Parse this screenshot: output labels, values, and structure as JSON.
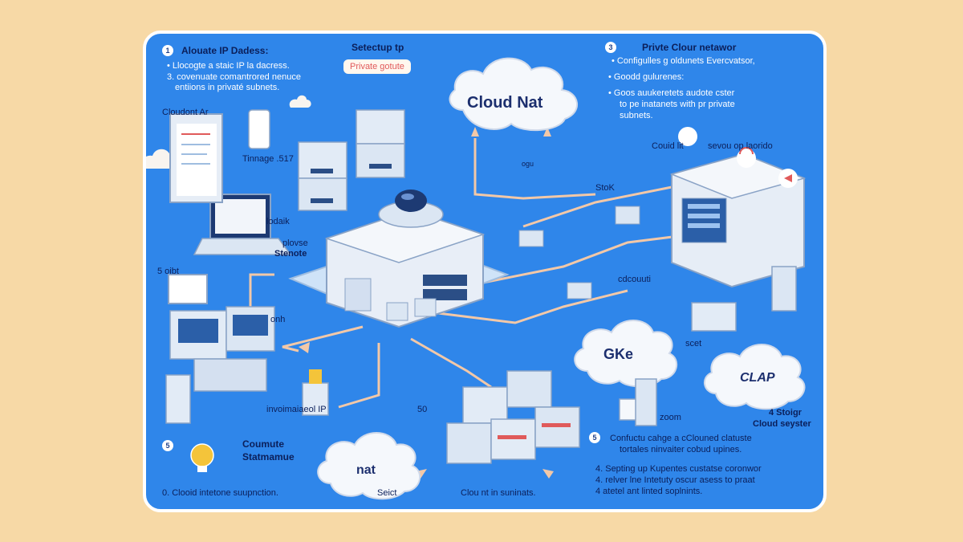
{
  "steps": {
    "s1_num": "1",
    "s1_title": "Alouate IP Dadess:",
    "s1_line1": "• Llocogte a staic IP la dacress.",
    "s1_line2": "3. covenuate comantrored nenuce",
    "s1_line3": "entiions in  privaté subnets.",
    "s2_title": "Setectup tp",
    "s2_pill": "Private gotute",
    "s3_num": "3",
    "s3_title": "Privte Clour netawor",
    "s3_line1": "• Configulles g oldunets Evercvatsor,",
    "s3_line2": "• Goodd gulurenes:",
    "s3_line3": "• Goos auukeretets audote cster",
    "s3_line4": "to pe inatanets with pr private",
    "s3_line5": "subnets."
  },
  "labels": {
    "cloudant": "Cloudont Ar",
    "tinnage": "Tinnage .517",
    "lodaik": "lodaik",
    "plovse": "plovse",
    "stenote": "Stenote",
    "s_obt": "5 oibt",
    "onh": "onh",
    "ip_note": "invoimaiaeol IP",
    "num_50": "50",
    "stok": "StoK",
    "couid_lit": "Couid lit",
    "sevou": "sevou op laorido",
    "cdcouuti": "cdcouuti",
    "scet": "scet",
    "z_oom": "zoom",
    "right_stor": "4 Stoigr",
    "right_cloud": "Cloud seyster",
    "ogu": "ogu"
  },
  "clouds": {
    "cloud_nat": "Cloud Nat",
    "gke": "GKe",
    "clap": "CLAP",
    "nat": "nat"
  },
  "bottom_left": {
    "num": "5",
    "title1": "Coumute",
    "title2": "Statmamue",
    "note": "0. Clooid intetone suupnction."
  },
  "bottom_mid": {
    "left": "Seict",
    "right": "Clou nt in  suninats."
  },
  "bottom_right": {
    "num": "5",
    "line1": "Confuctu cahge a cClouned clatuste",
    "line2": "tortales ninvaiter cobud upines.",
    "line3": "4. Septing up Kupentes custatse coronwor",
    "line4": "4.  relver lne Intetuty oscur asess to praat",
    "line5": "4  atetel ant linted soplnints."
  },
  "colors": {
    "background": "#f7d9a6",
    "panel": "#2f86ea",
    "cable": "#f2c8a8",
    "device": "#dfe8f4"
  }
}
